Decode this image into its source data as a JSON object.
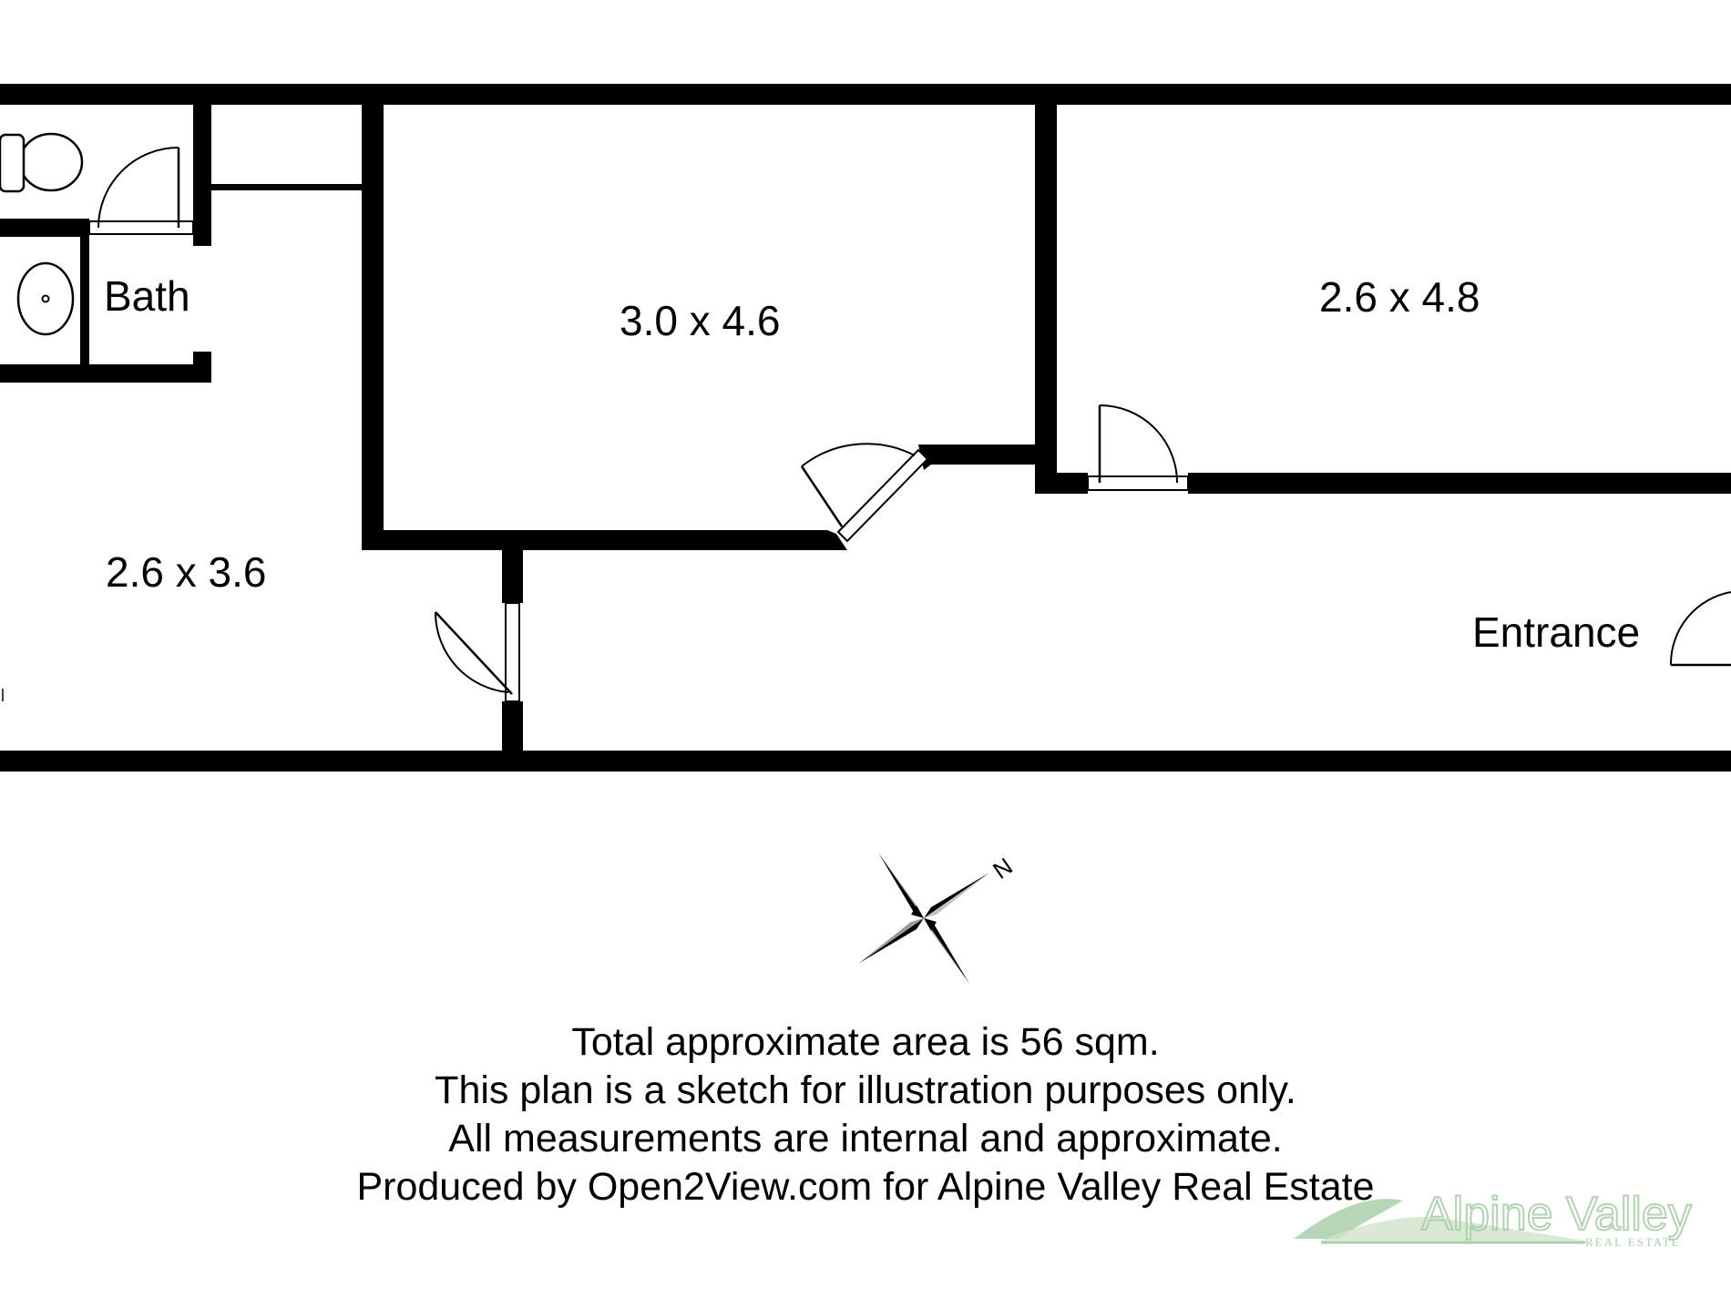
{
  "rooms": {
    "bath": "Bath",
    "room_center": "3.0 x 4.6",
    "room_right": "2.6 x 4.8",
    "room_left": "2.6 x 3.6",
    "entrance": "Entrance"
  },
  "compass": {
    "north_label": "N"
  },
  "notes": [
    "Total approximate area is 56 sqm.",
    "This plan is a sketch for illustration purposes only.",
    "All measurements are internal and approximate.",
    "Produced by Open2View.com for Alpine Valley Real Estate"
  ],
  "logo": {
    "name": "Alpine Valley",
    "tagline": "REAL ESTATE",
    "color": "#a9cfa8"
  },
  "colors": {
    "wall": "#000000",
    "background": "#ffffff",
    "compass_shade": "#9a9a9a"
  }
}
